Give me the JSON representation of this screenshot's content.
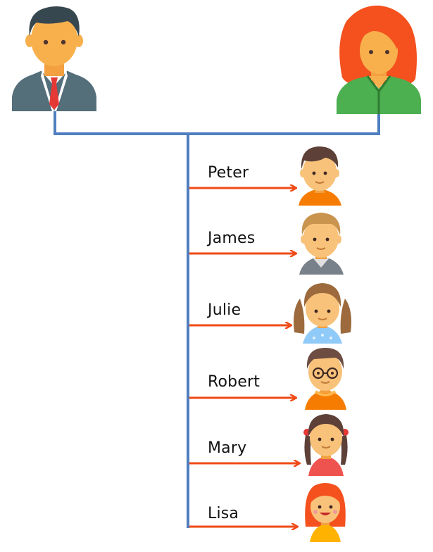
{
  "diagram": {
    "parents": [
      {
        "role": "father",
        "icon": "man-in-suit-icon"
      },
      {
        "role": "mother",
        "icon": "woman-red-hair-icon"
      }
    ],
    "children": [
      {
        "name": "Peter",
        "icon": "boy-brown-hair-icon"
      },
      {
        "name": "James",
        "icon": "boy-blonde-hair-icon"
      },
      {
        "name": "Julie",
        "icon": "girl-pigtails-icon"
      },
      {
        "name": "Robert",
        "icon": "boy-glasses-icon"
      },
      {
        "name": "Mary",
        "icon": "girl-braids-icon"
      },
      {
        "name": "Lisa",
        "icon": "girl-red-hair-icon"
      }
    ],
    "colors": {
      "connector": "#4f7fbf",
      "arrow": "#f04a16",
      "skin": "#f8b04d",
      "suit": "#546e7a",
      "tie": "#e53935",
      "womanHair": "#f4511e",
      "womanTop": "#4caf50"
    }
  }
}
